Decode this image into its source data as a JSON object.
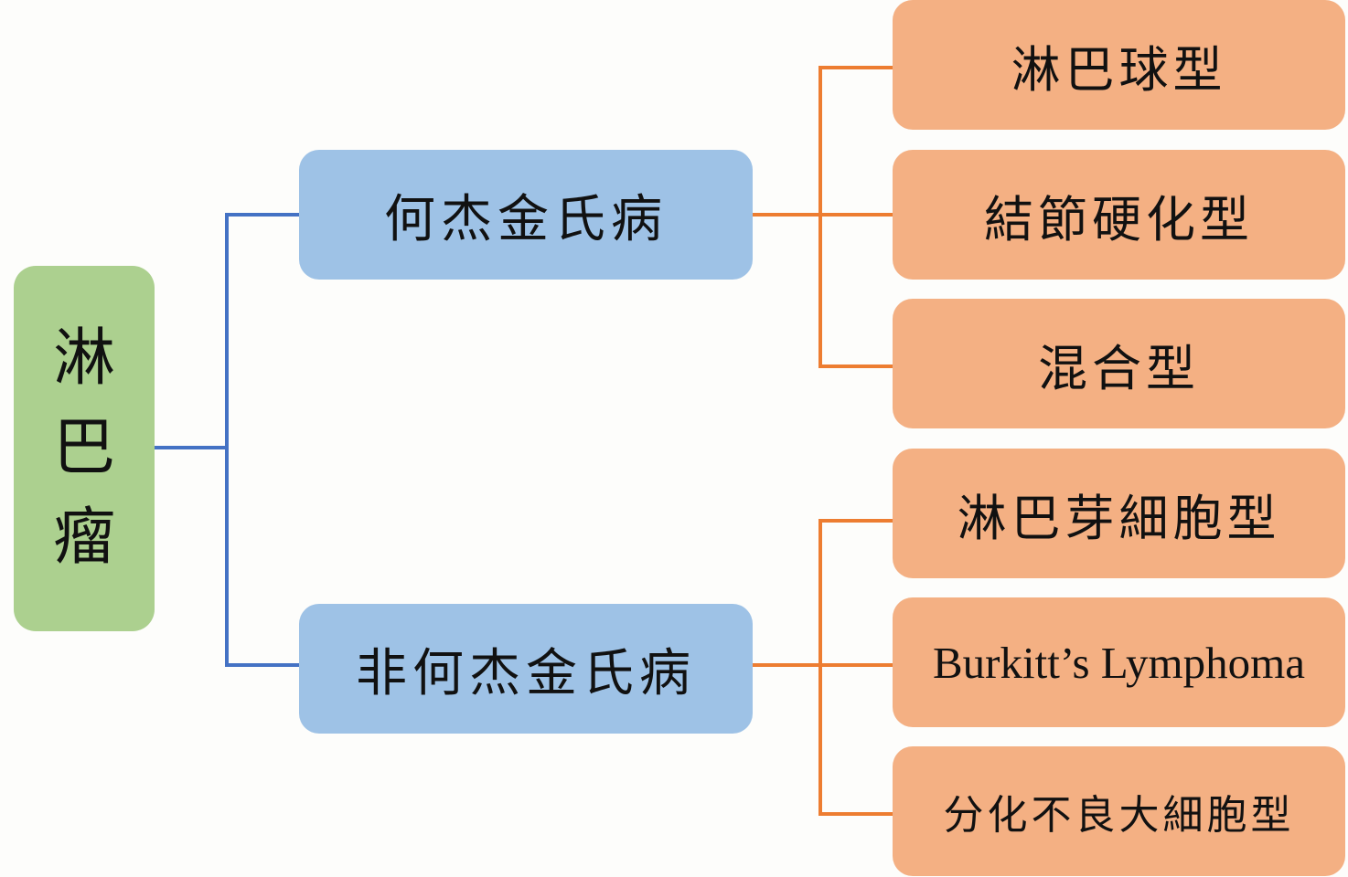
{
  "root": {
    "label": "淋巴瘤",
    "color": "#acd08f"
  },
  "branches": [
    {
      "label": "何杰金氏病",
      "color": "#9ec2e6",
      "leaves": [
        "淋巴球型",
        "結節硬化型",
        "混合型"
      ]
    },
    {
      "label": "非何杰金氏病",
      "color": "#9ec2e6",
      "leaves": [
        "淋巴芽細胞型",
        "Burkitt’s Lymphoma",
        "分化不良大細胞型"
      ]
    }
  ],
  "colors": {
    "root_to_branch_connector": "#4472c4",
    "branch_to_leaf_connector": "#ed7d31",
    "leaf_fill": "#f4b083"
  }
}
